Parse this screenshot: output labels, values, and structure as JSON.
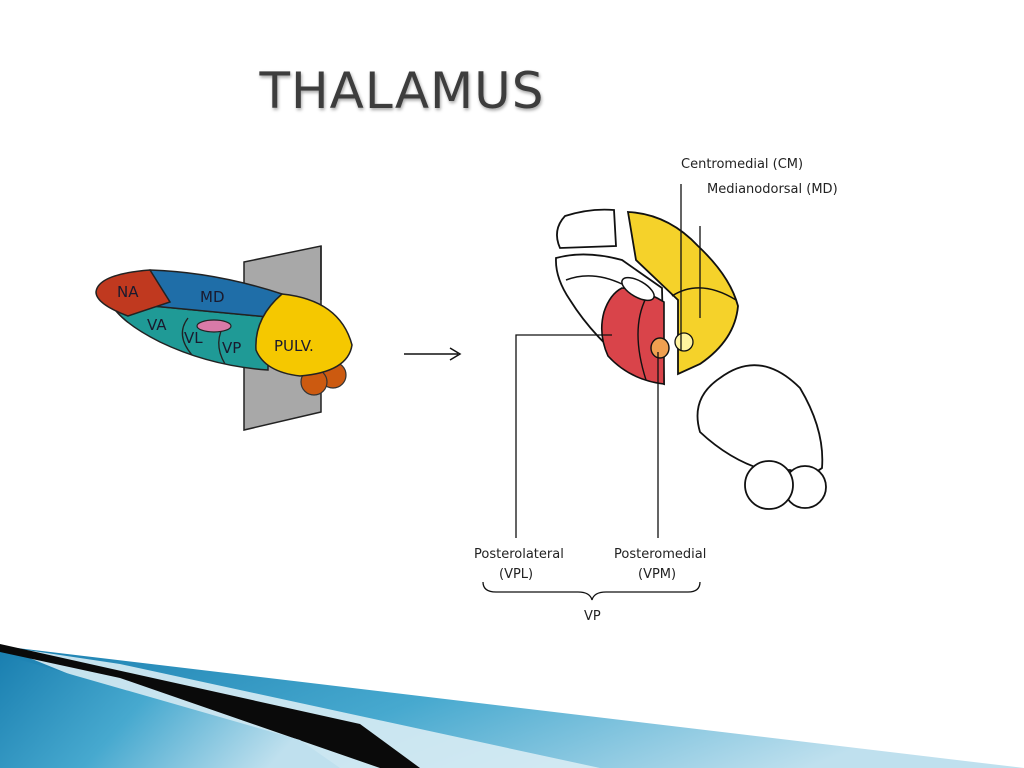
{
  "slide": {
    "title": "THALAMUS"
  },
  "left_diagram": {
    "labels": {
      "na": "NA",
      "md": "MD",
      "va": "VA",
      "vl": "VL",
      "vp": "VP",
      "pulv": "PULV."
    },
    "colors": {
      "na": "#c0391f",
      "md": "#1f6ea8",
      "ventral": "#1f9a96",
      "pulv": "#f5c800",
      "nucleus_small": "#d97aa8",
      "geniculate": "#cc5a10",
      "plane": "#a8a8a8"
    }
  },
  "right_diagram": {
    "labels": {
      "cm": "Centromedial (CM)",
      "md": "Medianodorsal (MD)",
      "vpl_name": "Posterolateral",
      "vpl_abbr": "(VPL)",
      "vpm_name": "Posteromedial",
      "vpm_abbr": "(VPM)",
      "vp": "VP"
    },
    "colors": {
      "vpl": "#d9444a",
      "vpm": "#f0a050",
      "md": "#f5d22a",
      "cm": "#fff3a0"
    }
  }
}
